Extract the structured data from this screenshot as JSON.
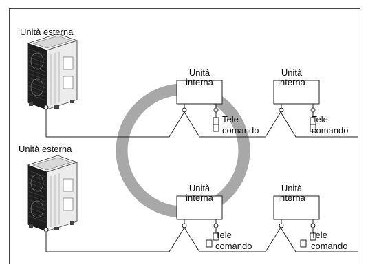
{
  "outdoor_label": "Unità esterna",
  "indoor_label_line1": "Unità",
  "indoor_label_line2": "interna",
  "remote_label_line1": "Tele",
  "remote_label_line2": "comando",
  "colors": {
    "frame": "#444444",
    "wire": "#222222",
    "unit_dark": "#1e1e1e",
    "unit_light": "#e8e8e8",
    "watermark_ring": "#a8a8a8"
  },
  "icons": [
    "outdoor-unit-icon",
    "indoor-unit-box-icon",
    "remote-controller-icon",
    "terminal-circle-icon"
  ]
}
